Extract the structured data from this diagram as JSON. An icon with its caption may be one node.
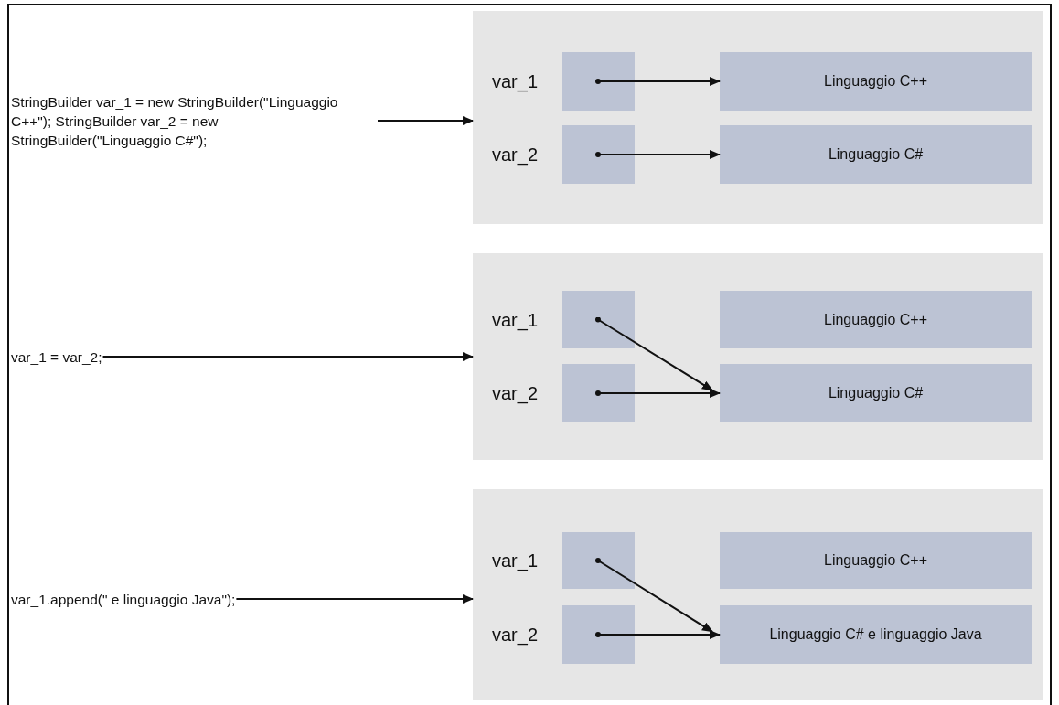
{
  "diagram": {
    "nodes": [
      {
        "text": [
          "StringBuilder var_1 = new StringBuilder(\"Linguaggio C++\"); StringBuilder var_2 = new StringBuilder(\"Linguaggio C#\");"
        ]
      },
      {
        "text": [],
        "shape": "box"
      },
      {
        "text": [],
        "shape": "box",
        "in": 1,
        "beside": [
          "var_1"
        ]
      },
      {
        "text": [],
        "shape": "box",
        "in": 1,
        "beside": [
          "var_2"
        ]
      },
      {
        "text": [
          "Linguaggio C++"
        ],
        "in": 1
      },
      {
        "text": [
          "Linguaggio C#"
        ],
        "in": 1
      },
      {
        "text": [
          "var_1 = var_2;"
        ]
      },
      {
        "text": [],
        "shape": "box"
      },
      {
        "text": [],
        "shape": "box",
        "in": 7,
        "beside": [
          "var_1"
        ]
      },
      {
        "text": [],
        "shape": "box",
        "in": 7,
        "beside": [
          "var_2"
        ]
      },
      {
        "text": [
          "Linguaggio C++"
        ],
        "in": 7
      },
      {
        "text": [
          "Linguaggio C#"
        ],
        "in": 7
      },
      {
        "text": [
          "var_1.append(\" e linguaggio Java\");"
        ]
      },
      {
        "text": [],
        "shape": "box"
      },
      {
        "text": [],
        "shape": "box",
        "in": 13,
        "beside": [
          "var_1"
        ]
      },
      {
        "text": [],
        "shape": "box",
        "in": 13,
        "beside": [
          "var_2"
        ]
      },
      {
        "text": [
          "Linguaggio C++"
        ],
        "in": 13
      },
      {
        "text": [
          "Linguaggio C# e linguaggio Java"
        ],
        "in": 13
      }
    ],
    "edges": [
      {
        "from": 0,
        "to": 1,
        "arrow": "to"
      },
      {
        "from": 2,
        "to": 4,
        "arrow": "to"
      },
      {
        "from": 3,
        "to": 5,
        "arrow": "to"
      },
      {
        "from": 6,
        "to": 7,
        "arrow": "to"
      },
      {
        "from": 8,
        "to": 11,
        "arrow": "to"
      },
      {
        "from": 9,
        "to": 11,
        "arrow": "to"
      },
      {
        "from": 12,
        "to": 13,
        "arrow": "to"
      },
      {
        "from": 14,
        "to": 17,
        "arrow": "to"
      },
      {
        "from": 15,
        "to": 17,
        "arrow": "to"
      }
    ]
  }
}
